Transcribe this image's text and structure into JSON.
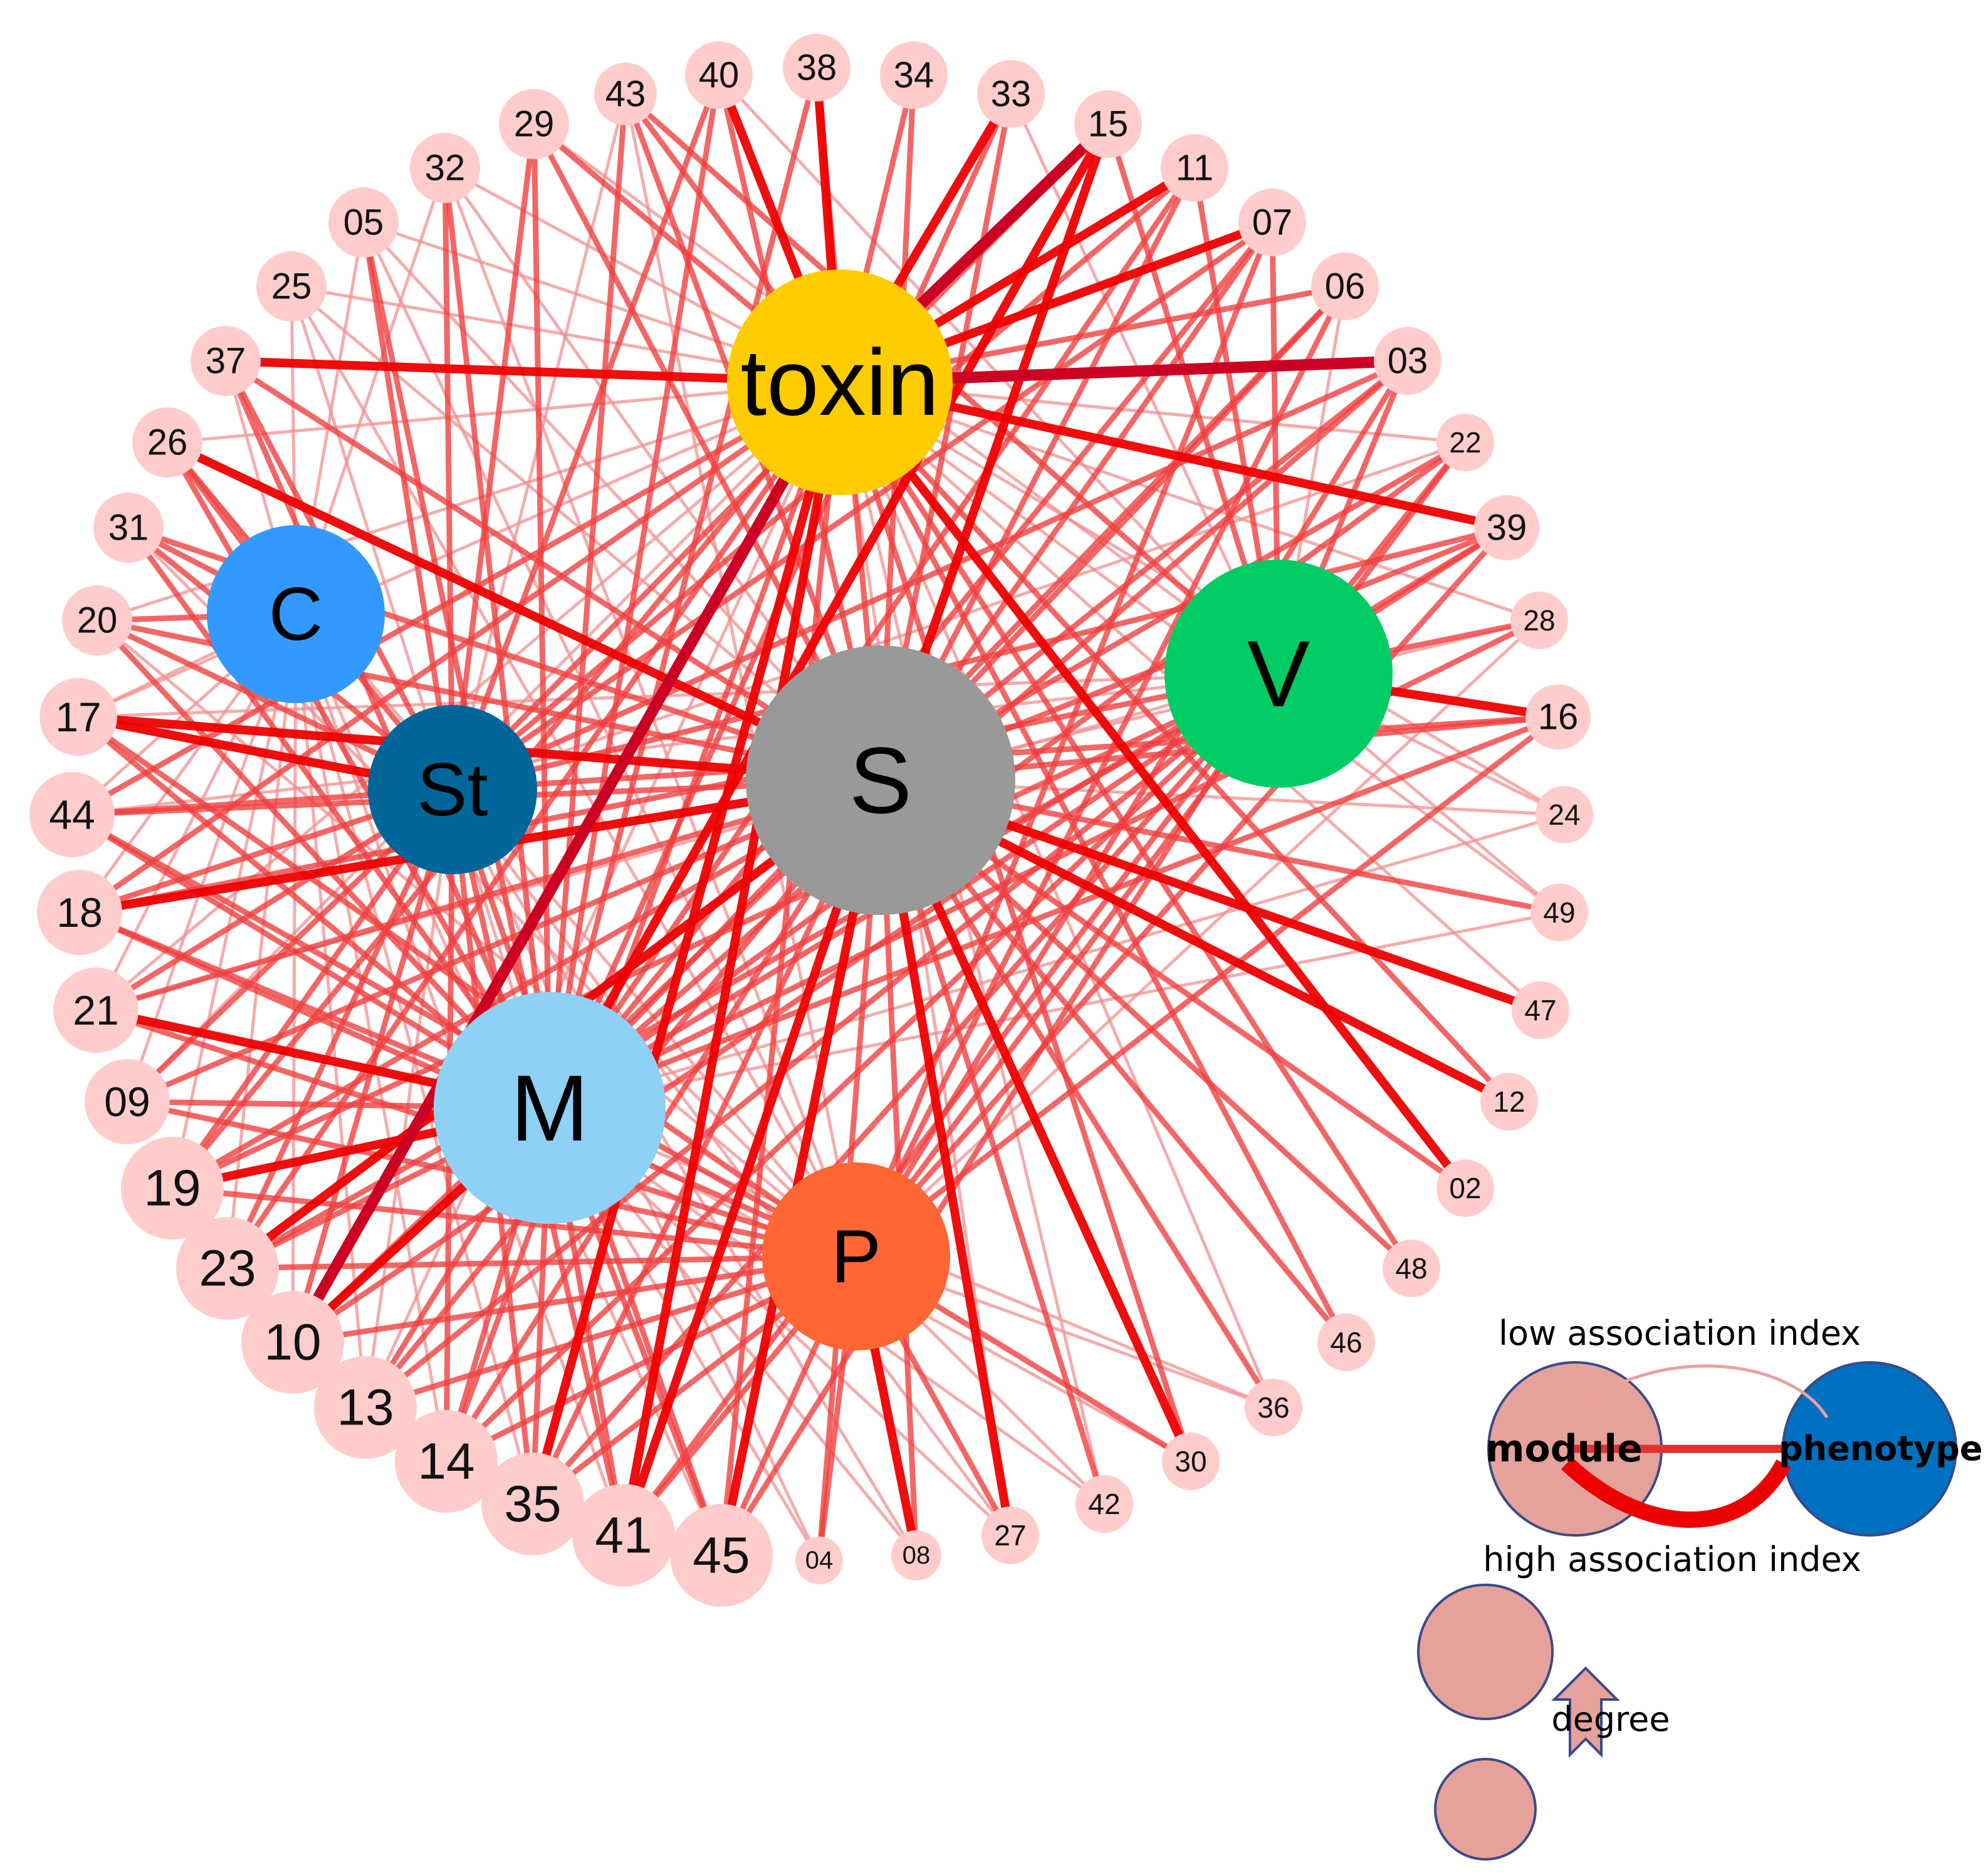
{
  "network": {
    "modules": [
      {
        "id": "40"
      },
      {
        "id": "38"
      },
      {
        "id": "34"
      },
      {
        "id": "33"
      },
      {
        "id": "15"
      },
      {
        "id": "11"
      },
      {
        "id": "07"
      },
      {
        "id": "06"
      },
      {
        "id": "03"
      },
      {
        "id": "22"
      },
      {
        "id": "39"
      },
      {
        "id": "28"
      },
      {
        "id": "16"
      },
      {
        "id": "24"
      },
      {
        "id": "49"
      },
      {
        "id": "47"
      },
      {
        "id": "12"
      },
      {
        "id": "02"
      },
      {
        "id": "48"
      },
      {
        "id": "46"
      },
      {
        "id": "36"
      },
      {
        "id": "30"
      },
      {
        "id": "42"
      },
      {
        "id": "27"
      },
      {
        "id": "08"
      },
      {
        "id": "04"
      },
      {
        "id": "45"
      },
      {
        "id": "41"
      },
      {
        "id": "35"
      },
      {
        "id": "14"
      },
      {
        "id": "13"
      },
      {
        "id": "10"
      },
      {
        "id": "23"
      },
      {
        "id": "19"
      },
      {
        "id": "09"
      },
      {
        "id": "21"
      },
      {
        "id": "18"
      },
      {
        "id": "44"
      },
      {
        "id": "17"
      },
      {
        "id": "20"
      },
      {
        "id": "31"
      },
      {
        "id": "26"
      },
      {
        "id": "37"
      },
      {
        "id": "25"
      },
      {
        "id": "05"
      },
      {
        "id": "32"
      },
      {
        "id": "29"
      },
      {
        "id": "43"
      }
    ],
    "phenotypes": [
      {
        "id": "toxin",
        "label": "toxin",
        "color": "#FFCC00"
      },
      {
        "id": "S",
        "label": "S",
        "color": "#999999"
      },
      {
        "id": "V",
        "label": "V",
        "color": "#00CC66"
      },
      {
        "id": "C",
        "label": "C",
        "color": "#3399FF"
      },
      {
        "id": "St",
        "label": "St",
        "color": "#006699"
      },
      {
        "id": "M",
        "label": "M",
        "color": "#8FD0F5"
      },
      {
        "id": "P",
        "label": "P",
        "color": "#FF6633"
      }
    ],
    "module_color": "#FFCCCC",
    "edge_colors": {
      "low": "#F29090",
      "mid": "#F04040",
      "high": "#EE0000",
      "top": "#CC0022"
    },
    "edges": [
      [
        "40",
        "toxin",
        3
      ],
      [
        "38",
        "toxin",
        3
      ],
      [
        "34",
        "toxin",
        2
      ],
      [
        "33",
        "toxin",
        3
      ],
      [
        "15",
        "toxin",
        4
      ],
      [
        "11",
        "toxin",
        3
      ],
      [
        "07",
        "toxin",
        3
      ],
      [
        "06",
        "toxin",
        2
      ],
      [
        "03",
        "toxin",
        4
      ],
      [
        "22",
        "toxin",
        1
      ],
      [
        "39",
        "toxin",
        3
      ],
      [
        "37",
        "toxin",
        3
      ],
      [
        "10",
        "toxin",
        4
      ],
      [
        "41",
        "toxin",
        3
      ],
      [
        "35",
        "toxin",
        3
      ],
      [
        "18",
        "toxin",
        2
      ],
      [
        "23",
        "toxin",
        2
      ],
      [
        "19",
        "toxin",
        2
      ],
      [
        "45",
        "toxin",
        2
      ],
      [
        "14",
        "toxin",
        2
      ],
      [
        "13",
        "toxin",
        1
      ],
      [
        "44",
        "toxin",
        2
      ],
      [
        "21",
        "toxin",
        1
      ],
      [
        "09",
        "toxin",
        1
      ],
      [
        "26",
        "toxin",
        1
      ],
      [
        "47",
        "toxin",
        1
      ],
      [
        "12",
        "toxin",
        2
      ],
      [
        "02",
        "toxin",
        3
      ],
      [
        "48",
        "toxin",
        2
      ],
      [
        "46",
        "toxin",
        2
      ],
      [
        "36",
        "toxin",
        1
      ],
      [
        "30",
        "toxin",
        2
      ],
      [
        "42",
        "toxin",
        1
      ],
      [
        "27",
        "toxin",
        1
      ],
      [
        "24",
        "toxin",
        1
      ],
      [
        "49",
        "toxin",
        1
      ],
      [
        "28",
        "toxin",
        1
      ],
      [
        "17",
        "toxin",
        1
      ],
      [
        "20",
        "toxin",
        1
      ],
      [
        "25",
        "toxin",
        1
      ],
      [
        "05",
        "toxin",
        1
      ],
      [
        "32",
        "toxin",
        1
      ],
      [
        "29",
        "toxin",
        2
      ],
      [
        "43",
        "toxin",
        2
      ],
      [
        "26",
        "S",
        3
      ],
      [
        "37",
        "S",
        2
      ],
      [
        "25",
        "S",
        1
      ],
      [
        "05",
        "S",
        1
      ],
      [
        "32",
        "S",
        1
      ],
      [
        "29",
        "S",
        2
      ],
      [
        "43",
        "S",
        2
      ],
      [
        "40",
        "S",
        2
      ],
      [
        "38",
        "S",
        2
      ],
      [
        "34",
        "S",
        2
      ],
      [
        "33",
        "S",
        2
      ],
      [
        "15",
        "S",
        3
      ],
      [
        "11",
        "S",
        2
      ],
      [
        "07",
        "S",
        2
      ],
      [
        "06",
        "S",
        2
      ],
      [
        "03",
        "S",
        2
      ],
      [
        "22",
        "S",
        2
      ],
      [
        "39",
        "S",
        2
      ],
      [
        "28",
        "S",
        1
      ],
      [
        "16",
        "S",
        2
      ],
      [
        "24",
        "S",
        1
      ],
      [
        "49",
        "S",
        2
      ],
      [
        "47",
        "S",
        3
      ],
      [
        "12",
        "S",
        3
      ],
      [
        "02",
        "S",
        2
      ],
      [
        "48",
        "S",
        2
      ],
      [
        "46",
        "S",
        2
      ],
      [
        "36",
        "S",
        2
      ],
      [
        "30",
        "S",
        3
      ],
      [
        "42",
        "S",
        2
      ],
      [
        "27",
        "S",
        3
      ],
      [
        "08",
        "S",
        2
      ],
      [
        "04",
        "S",
        2
      ],
      [
        "45",
        "S",
        3
      ],
      [
        "41",
        "S",
        3
      ],
      [
        "35",
        "S",
        2
      ],
      [
        "14",
        "S",
        2
      ],
      [
        "13",
        "S",
        2
      ],
      [
        "10",
        "S",
        2
      ],
      [
        "23",
        "S",
        3
      ],
      [
        "19",
        "S",
        2
      ],
      [
        "09",
        "S",
        2
      ],
      [
        "21",
        "S",
        2
      ],
      [
        "18",
        "S",
        3
      ],
      [
        "44",
        "S",
        2
      ],
      [
        "17",
        "S",
        3
      ],
      [
        "20",
        "S",
        2
      ],
      [
        "31",
        "S",
        2
      ],
      [
        "11",
        "V",
        2
      ],
      [
        "07",
        "V",
        2
      ],
      [
        "06",
        "V",
        1
      ],
      [
        "03",
        "V",
        2
      ],
      [
        "22",
        "V",
        2
      ],
      [
        "39",
        "V",
        2
      ],
      [
        "28",
        "V",
        2
      ],
      [
        "16",
        "V",
        3
      ],
      [
        "24",
        "V",
        1
      ],
      [
        "49",
        "V",
        1
      ],
      [
        "15",
        "V",
        2
      ],
      [
        "33",
        "V",
        1
      ],
      [
        "40",
        "V",
        1
      ],
      [
        "43",
        "V",
        2
      ],
      [
        "29",
        "V",
        1
      ],
      [
        "45",
        "V",
        2
      ],
      [
        "41",
        "V",
        2
      ],
      [
        "35",
        "V",
        2
      ],
      [
        "14",
        "V",
        2
      ],
      [
        "13",
        "V",
        2
      ],
      [
        "10",
        "V",
        2
      ],
      [
        "23",
        "V",
        2
      ],
      [
        "19",
        "V",
        2
      ],
      [
        "18",
        "V",
        2
      ],
      [
        "21",
        "V",
        1
      ],
      [
        "44",
        "V",
        1
      ],
      [
        "17",
        "V",
        1
      ],
      [
        "26",
        "C",
        2
      ],
      [
        "31",
        "C",
        2
      ],
      [
        "20",
        "C",
        2
      ],
      [
        "17",
        "C",
        1
      ],
      [
        "44",
        "C",
        1
      ],
      [
        "18",
        "C",
        1
      ],
      [
        "37",
        "C",
        1
      ],
      [
        "25",
        "C",
        1
      ],
      [
        "21",
        "C",
        1
      ],
      [
        "09",
        "C",
        1
      ],
      [
        "19",
        "C",
        1
      ],
      [
        "23",
        "C",
        1
      ],
      [
        "13",
        "C",
        1
      ],
      [
        "14",
        "C",
        1
      ],
      [
        "35",
        "C",
        1
      ],
      [
        "41",
        "C",
        1
      ],
      [
        "45",
        "C",
        1
      ],
      [
        "10",
        "C",
        1
      ],
      [
        "05",
        "C",
        1
      ],
      [
        "32",
        "C",
        1
      ],
      [
        "17",
        "St",
        3
      ],
      [
        "44",
        "St",
        2
      ],
      [
        "18",
        "St",
        2
      ],
      [
        "20",
        "St",
        2
      ],
      [
        "31",
        "St",
        2
      ],
      [
        "26",
        "St",
        2
      ],
      [
        "37",
        "St",
        2
      ],
      [
        "21",
        "St",
        2
      ],
      [
        "09",
        "St",
        2
      ],
      [
        "19",
        "St",
        2
      ],
      [
        "23",
        "St",
        2
      ],
      [
        "10",
        "St",
        2
      ],
      [
        "13",
        "St",
        1
      ],
      [
        "14",
        "St",
        2
      ],
      [
        "35",
        "St",
        2
      ],
      [
        "41",
        "St",
        2
      ],
      [
        "45",
        "St",
        2
      ],
      [
        "04",
        "St",
        1
      ],
      [
        "08",
        "St",
        1
      ],
      [
        "27",
        "St",
        1
      ],
      [
        "22",
        "St",
        1
      ],
      [
        "16",
        "St",
        2
      ],
      [
        "39",
        "St",
        2
      ],
      [
        "03",
        "St",
        2
      ],
      [
        "07",
        "St",
        2
      ],
      [
        "11",
        "St",
        2
      ],
      [
        "15",
        "St",
        2
      ],
      [
        "40",
        "St",
        2
      ],
      [
        "43",
        "St",
        1
      ],
      [
        "29",
        "St",
        2
      ],
      [
        "32",
        "St",
        2
      ],
      [
        "05",
        "St",
        2
      ],
      [
        "21",
        "M",
        3
      ],
      [
        "09",
        "M",
        2
      ],
      [
        "19",
        "M",
        3
      ],
      [
        "23",
        "M",
        2
      ],
      [
        "10",
        "M",
        3
      ],
      [
        "13",
        "M",
        2
      ],
      [
        "14",
        "M",
        2
      ],
      [
        "35",
        "M",
        2
      ],
      [
        "41",
        "M",
        2
      ],
      [
        "45",
        "M",
        2
      ],
      [
        "04",
        "M",
        1
      ],
      [
        "08",
        "M",
        1
      ],
      [
        "27",
        "M",
        1
      ],
      [
        "42",
        "M",
        1
      ],
      [
        "30",
        "M",
        1
      ],
      [
        "36",
        "M",
        1
      ],
      [
        "18",
        "M",
        2
      ],
      [
        "44",
        "M",
        2
      ],
      [
        "17",
        "M",
        2
      ],
      [
        "20",
        "M",
        2
      ],
      [
        "31",
        "M",
        2
      ],
      [
        "26",
        "M",
        2
      ],
      [
        "37",
        "M",
        2
      ],
      [
        "25",
        "M",
        1
      ],
      [
        "05",
        "M",
        2
      ],
      [
        "32",
        "M",
        2
      ],
      [
        "29",
        "M",
        2
      ],
      [
        "43",
        "M",
        2
      ],
      [
        "40",
        "M",
        2
      ],
      [
        "38",
        "M",
        2
      ],
      [
        "33",
        "M",
        2
      ],
      [
        "15",
        "M",
        3
      ],
      [
        "11",
        "M",
        2
      ],
      [
        "07",
        "M",
        2
      ],
      [
        "06",
        "M",
        2
      ],
      [
        "03",
        "M",
        2
      ],
      [
        "22",
        "M",
        2
      ],
      [
        "39",
        "M",
        2
      ],
      [
        "28",
        "M",
        2
      ],
      [
        "16",
        "M",
        2
      ],
      [
        "24",
        "M",
        1
      ],
      [
        "49",
        "M",
        1
      ],
      [
        "19",
        "P",
        2
      ],
      [
        "23",
        "P",
        2
      ],
      [
        "10",
        "P",
        2
      ],
      [
        "13",
        "P",
        2
      ],
      [
        "14",
        "P",
        2
      ],
      [
        "35",
        "P",
        2
      ],
      [
        "41",
        "P",
        2
      ],
      [
        "45",
        "P",
        2
      ],
      [
        "04",
        "P",
        2
      ],
      [
        "08",
        "P",
        3
      ],
      [
        "27",
        "P",
        2
      ],
      [
        "42",
        "P",
        1
      ],
      [
        "36",
        "P",
        1
      ],
      [
        "30",
        "P",
        2
      ],
      [
        "21",
        "P",
        2
      ],
      [
        "09",
        "P",
        2
      ],
      [
        "17",
        "P",
        2
      ],
      [
        "20",
        "P",
        1
      ],
      [
        "31",
        "P",
        1
      ],
      [
        "26",
        "P",
        1
      ],
      [
        "44",
        "P",
        2
      ],
      [
        "18",
        "P",
        2
      ],
      [
        "16",
        "P",
        2
      ],
      [
        "03",
        "P",
        2
      ],
      [
        "28",
        "P",
        1
      ],
      [
        "39",
        "P",
        2
      ],
      [
        "22",
        "P",
        2
      ],
      [
        "06",
        "P",
        2
      ],
      [
        "07",
        "P",
        2
      ],
      [
        "43",
        "P",
        1
      ],
      [
        "32",
        "P",
        1
      ],
      [
        "05",
        "P",
        1
      ],
      [
        "25",
        "P",
        1
      ]
    ]
  },
  "legend": {
    "low_label": "low association index",
    "high_label": "high association index",
    "module_label": "module",
    "phenotype_label": "phenotype",
    "degree_label": "degree",
    "module_color": "#E6A29A",
    "phenotype_color": "#0070C0",
    "stroke_color": "#3A4A8A"
  }
}
